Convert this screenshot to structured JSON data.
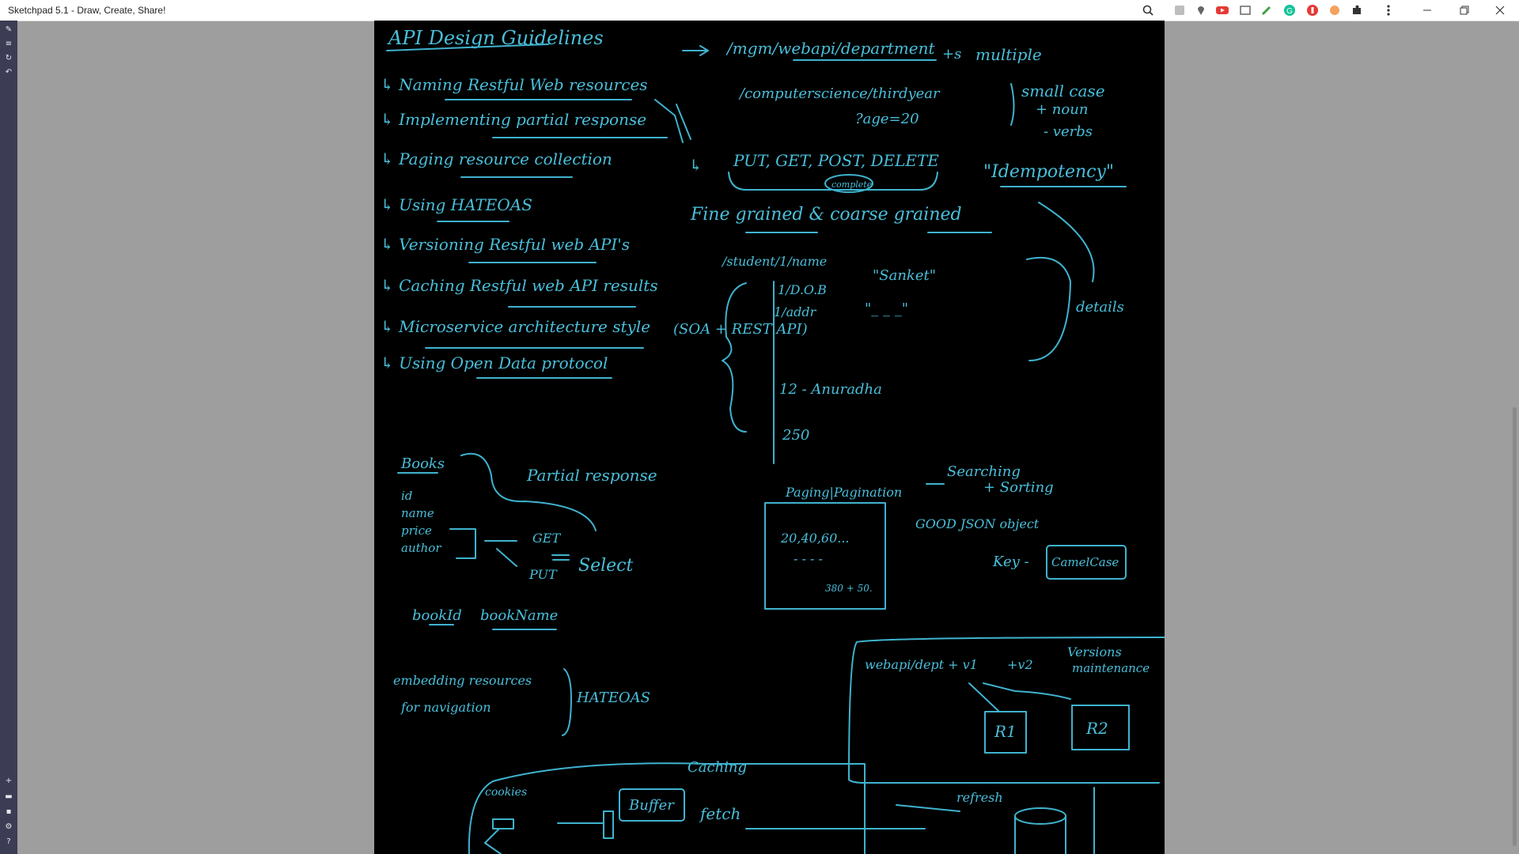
{
  "window": {
    "title": "Sketchpad 5.1 - Draw, Create, Share!"
  },
  "toolbar_icons": [
    "zoom-icon",
    "extension-icon",
    "location-icon",
    "youtube-icon",
    "screenshot-icon",
    "pen-icon",
    "grammarly-icon",
    "adblock-icon",
    "timer-icon",
    "puzzle-icon",
    "menu-icon"
  ],
  "colors": {
    "canvas": "#000000",
    "ink": "#3fb3cf",
    "sidebar": "#3c3c54",
    "workspace": "#9e9e9e"
  },
  "notes": {
    "heading": "API Design Guidelines",
    "list": [
      "↳ Naming Restful Web resources",
      "↳ Implementing partial response",
      "↳ Paging resource collection",
      "↳ Using HATEOAS",
      "↳ Versioning Restful web API's",
      "↳ Caching Restful web API results",
      "↳ Microservice architecture style",
      "↳ Using Open Data protocol"
    ],
    "soa": "(SOA + REST API)",
    "url1": "/mgm/webapi/department",
    "plus_s": "+s",
    "multiple": "multiple",
    "url2": "/computerscience/thirdyear",
    "query": "?age=20",
    "naming_rules": [
      "small case",
      "+ noun",
      "- verbs"
    ],
    "verbs": "PUT, GET, POST, DELETE",
    "complete": "complete",
    "idempotency": "\"Idempotency\"",
    "fine_grained": "Fine grained & coarse grained",
    "student": "/student/1/name",
    "sanket": "\"Sanket\"",
    "dob": "1/D.O.B",
    "addr": "1/addr",
    "blank": "\"_ _ _\"",
    "details": "details",
    "anuradha": "12 - Anuradha",
    "n250": "250",
    "books": "Books",
    "book_fields": [
      "id",
      "name",
      "price",
      "author"
    ],
    "partial_response": "Partial response",
    "get": "GET",
    "put": "PUT",
    "select": "Select",
    "bookid": "bookId",
    "bookname": "bookName",
    "paging": "Paging|Pagination",
    "searching": "Searching",
    "sorting": "+ Sorting",
    "page_values": [
      "20,40,60...",
      "- - - -",
      "380 + 50."
    ],
    "good_json": "GOOD JSON object",
    "key": "Key -",
    "camelcase": "CamelCase",
    "embedding1": "embedding resources",
    "embedding2": "for navigation",
    "hateoas": "HATEOAS",
    "versions": "Versions",
    "maintenance": "maintenance",
    "dept_url": "webapi/dept + v1",
    "v2": "+v2",
    "r1": "R1",
    "r2": "R2",
    "caching": "Caching",
    "cookies": "cookies",
    "buffer": "Buffer",
    "fetch": "fetch",
    "refresh": "refresh"
  }
}
